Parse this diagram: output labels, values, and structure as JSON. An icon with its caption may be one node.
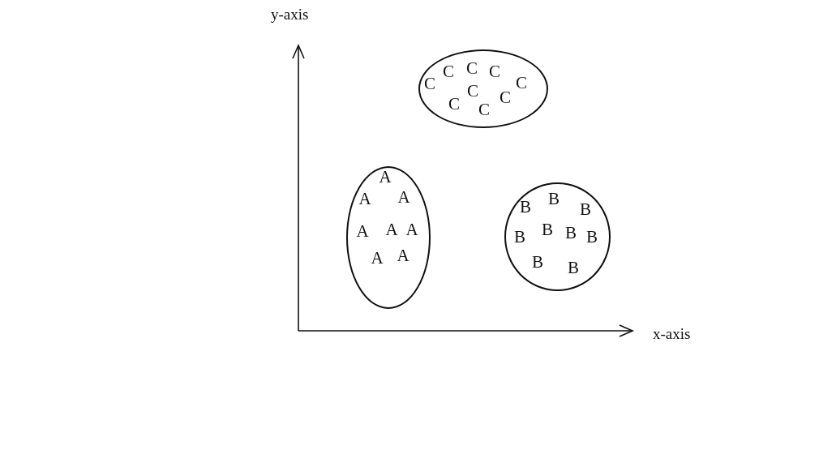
{
  "diagram": {
    "nodes": [
      {
        "text": [
          "C",
          "C",
          "C",
          "C",
          "C",
          "C",
          "C",
          "C",
          "C"
        ]
      },
      {
        "text": [
          "A",
          "A",
          "A",
          "A",
          "A",
          "A",
          "A",
          "A"
        ]
      },
      {
        "text": [
          "B",
          "B",
          "B",
          "B",
          "B",
          "B",
          "B",
          "B",
          "B"
        ]
      }
    ],
    "labels": [
      "y-axis",
      "x-axis"
    ]
  }
}
